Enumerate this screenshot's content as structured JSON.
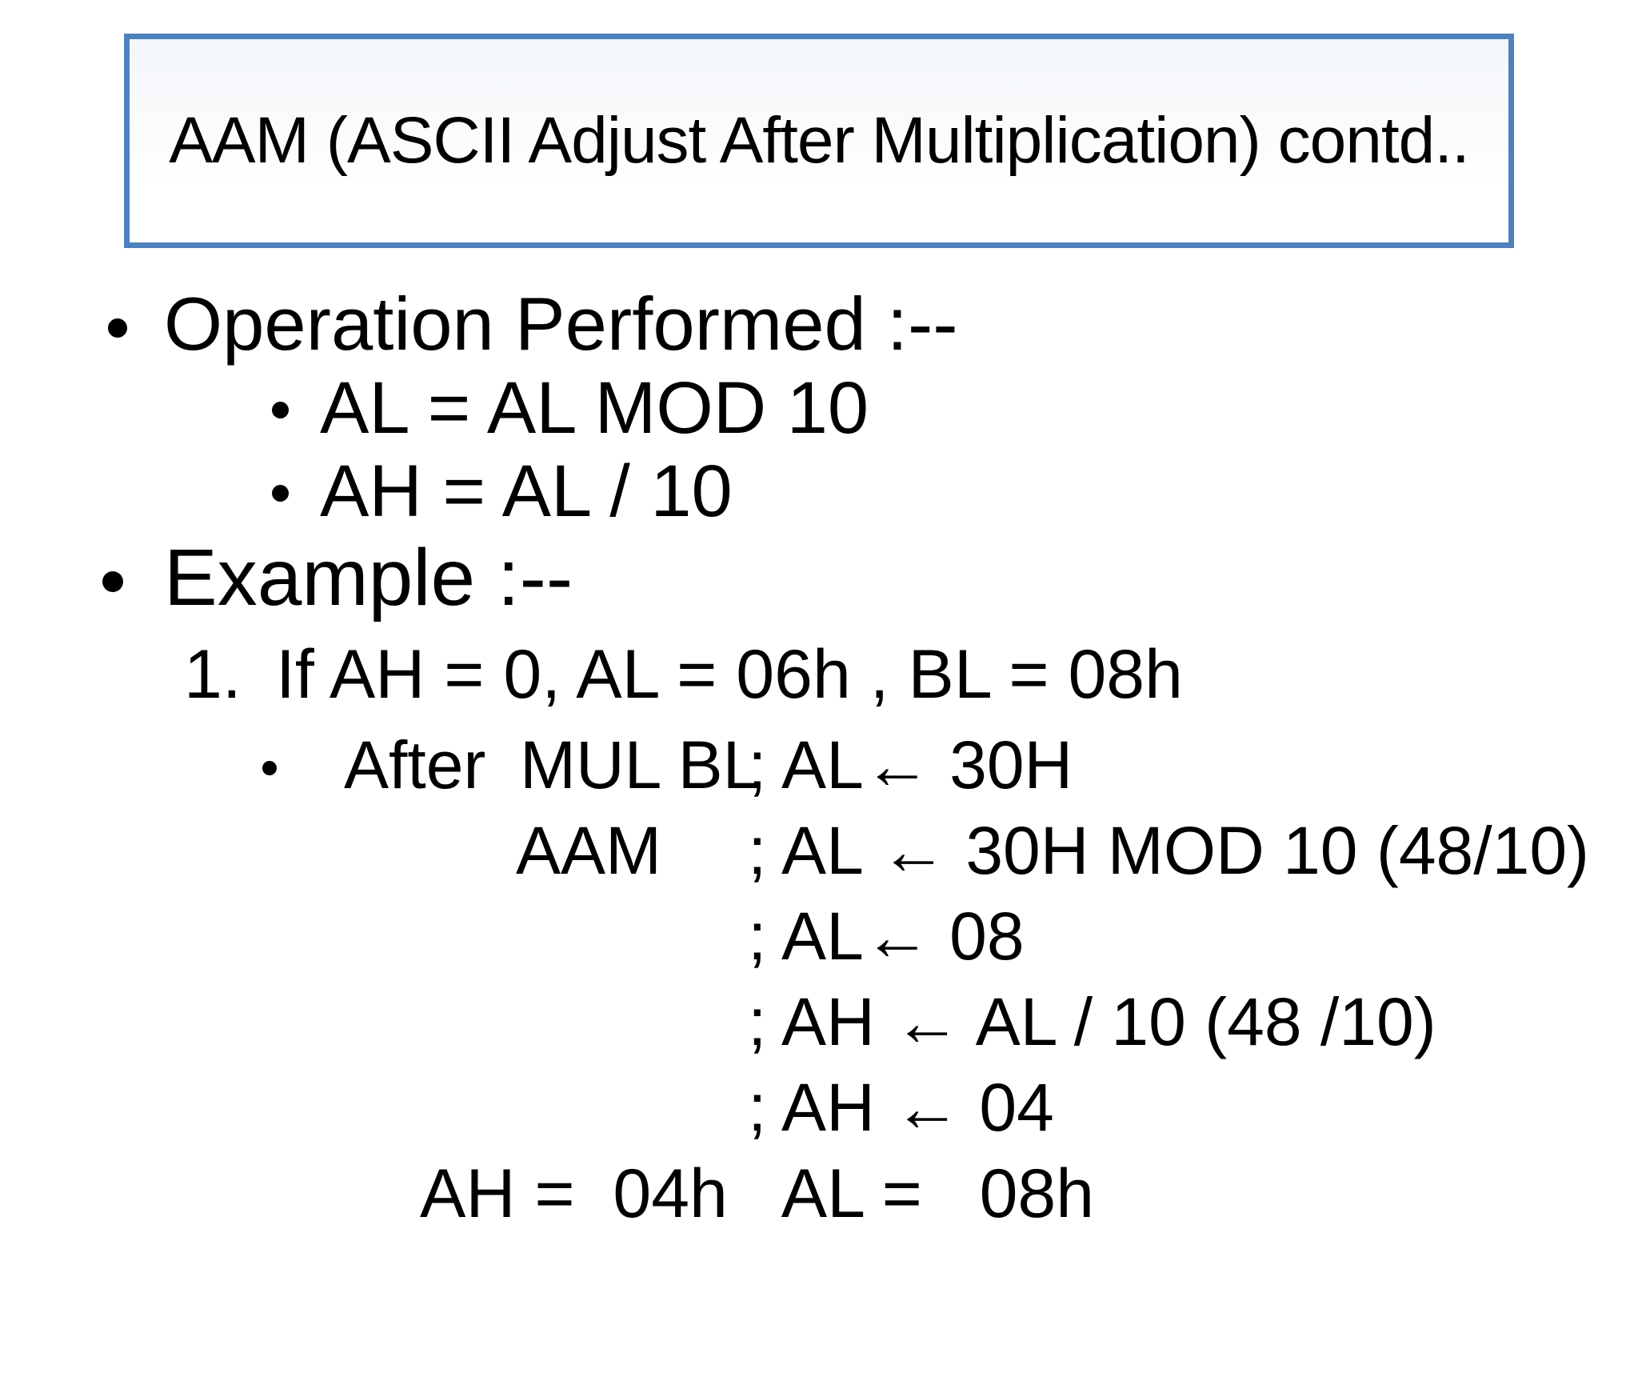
{
  "slide": {
    "title": "AAM (ASCII Adjust After Multiplication) contd..",
    "accent_border_color": "#4f81bd",
    "text_color": "#000000",
    "background_color": "#ffffff"
  },
  "content": {
    "operation_header": "Operation Performed :--",
    "operation_items": [
      "AL = AL MOD 10",
      "AH = AL / 10"
    ],
    "example_header": "Example :--",
    "example_number": "1.",
    "example_condition": "If AH = 0, AL = 06h , BL = 08h",
    "code": {
      "after_label": "After",
      "after_instruction": "MUL BL",
      "after_comment": "; AL← 30H",
      "aam_instruction": "AAM",
      "aam_comment": "; AL ← 30H MOD 10 (48/10)",
      "extra_comments": [
        "; AL← 08",
        "; AH ← AL / 10 (48 /10)",
        "; AH ← 04"
      ],
      "result": "AH =  04h   AL =   08h"
    }
  }
}
